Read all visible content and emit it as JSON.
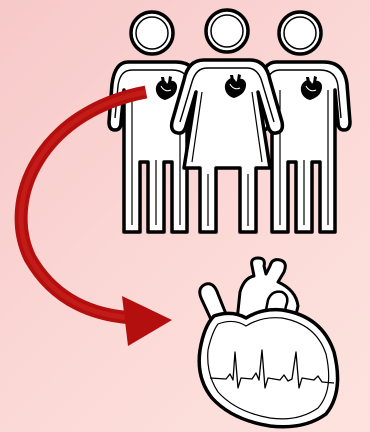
{
  "illustration": {
    "people": [
      {
        "figure": "man",
        "has_heart_icon": true
      },
      {
        "figure": "woman",
        "has_heart_icon": true
      },
      {
        "figure": "man",
        "has_heart_icon": true
      }
    ],
    "arrow": {
      "from": "people",
      "to": "heart",
      "color": "#b30f0f"
    },
    "large_heart": {
      "shows_ecg_trace": true
    },
    "colors": {
      "background": "#f9d3cf",
      "outline": "#000000",
      "figure_fill": "#ffffff",
      "arrow": "#b30f0f"
    }
  }
}
